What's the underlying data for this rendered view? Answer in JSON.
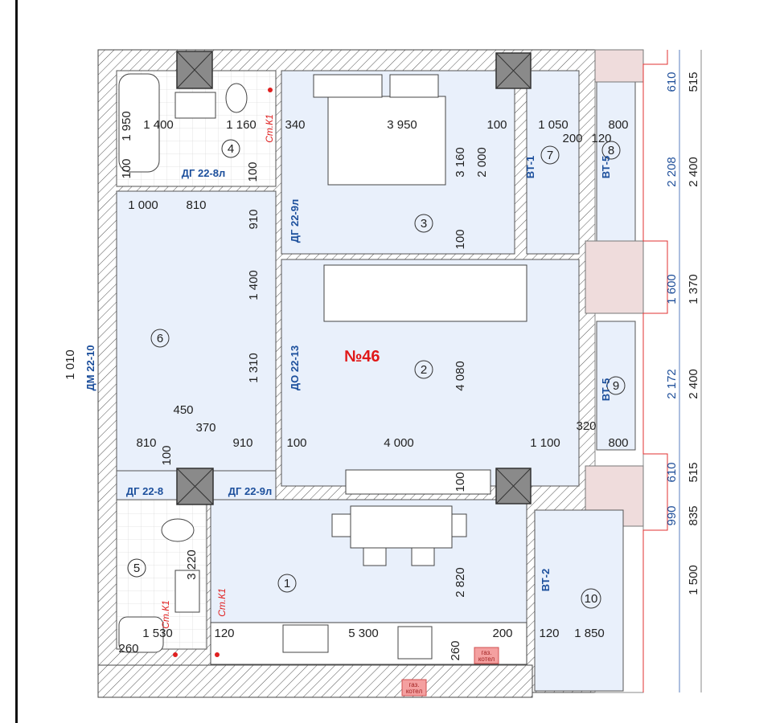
{
  "apartment_number": "№46",
  "room_numbers": [
    "1",
    "2",
    "3",
    "4",
    "5",
    "6",
    "7",
    "8",
    "9",
    "10"
  ],
  "dimensions": {
    "horizontal": [
      "1 400",
      "1 160",
      "340",
      "3 950",
      "100",
      "1 050",
      "800",
      "200",
      "120",
      "1 000",
      "810",
      "450",
      "370",
      "810",
      "910",
      "100",
      "4 000",
      "320",
      "1 100",
      "800",
      "1 530",
      "260",
      "120",
      "5 300",
      "200",
      "120",
      "1 850"
    ],
    "vertical": [
      "1 950",
      "100",
      "100",
      "910",
      "1 400",
      "1 310",
      "100",
      "3 160",
      "2 000",
      "100",
      "4 080",
      "100",
      "3 220",
      "2 820",
      "260",
      "1 010",
      "515",
      "2 400",
      "1 370",
      "2 400",
      "515",
      "835",
      "1 500"
    ],
    "vertical_blue": [
      "610",
      "2 208",
      "1 600",
      "2 172",
      "610",
      "990"
    ]
  },
  "door_labels": [
    "ДГ 22-8л",
    "ДГ 22-9л",
    "ВТ-1",
    "ВТ-5",
    "ДО 22-13",
    "ВТ-5",
    "ДГ 22-8",
    "ДГ 22-9л",
    "ВТ-2",
    "ДМ 22-10"
  ],
  "riser_labels": [
    "Ст.К1",
    "Ст.К1",
    "Ст.К1"
  ],
  "gas_boiler_labels": [
    {
      "line1": "газ.",
      "line2": "котел"
    },
    {
      "line1": "газ.",
      "line2": "котел"
    }
  ],
  "colors": {
    "room_fill": "#e9f0fb",
    "apartment_label": "#e01818",
    "door_label": "#1c4f9c",
    "balcony_fill": "#efdcdc"
  }
}
